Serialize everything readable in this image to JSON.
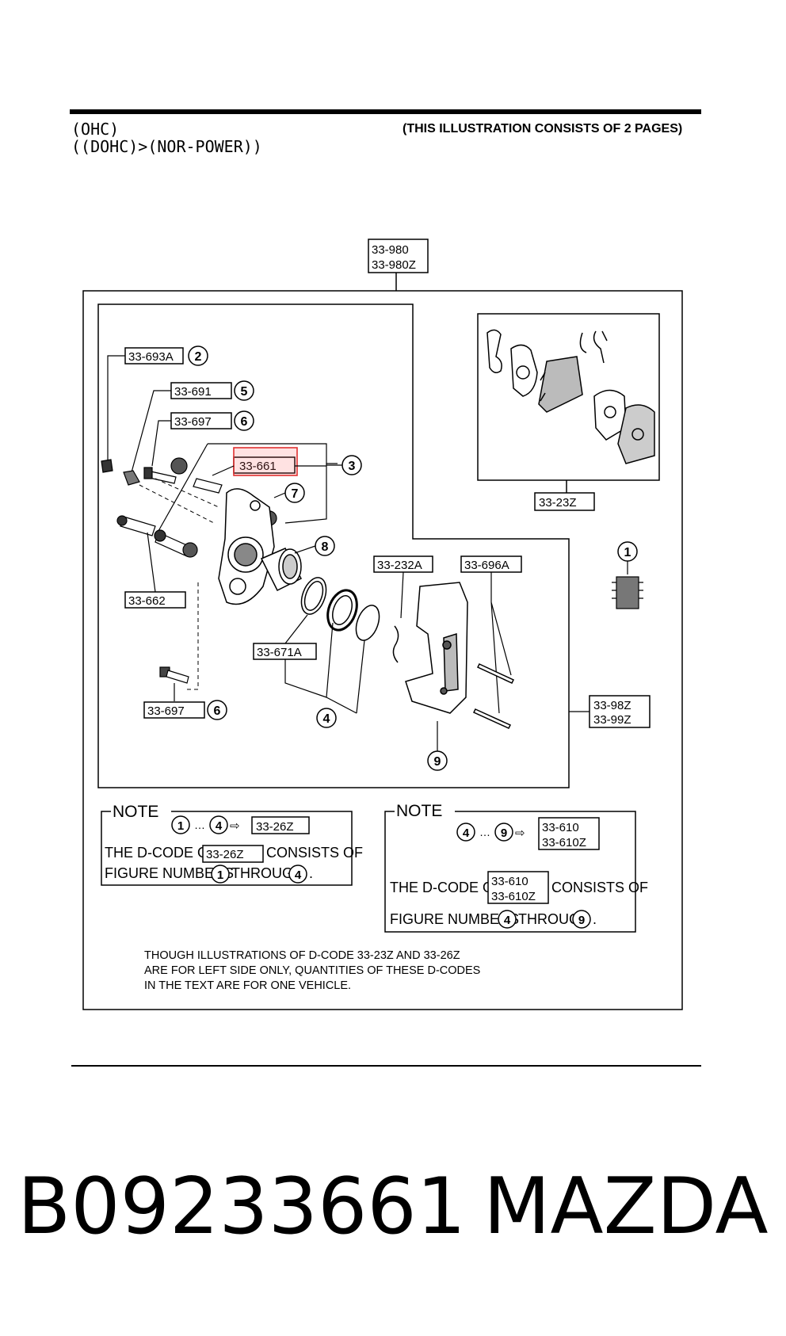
{
  "header": {
    "line1": "(OHC)",
    "line2": "((DOHC)>(NOR-POWER))",
    "note": "(THIS ILLUSTRATION CONSISTS OF  2 PAGES)"
  },
  "parts": {
    "assembly": [
      "33-980",
      "33-980Z"
    ],
    "p_33_693A": "33-693A",
    "p_33_691": "33-691",
    "p_33_697_top": "33-697",
    "p_33_661": "33-661",
    "p_33_662": "33-662",
    "p_33_671A": "33-671A",
    "p_33_697_bottom": "33-697",
    "p_33_232A": "33-232A",
    "p_33_696A": "33-696A",
    "p_33_23Z": "33-23Z",
    "p_33_98Z": [
      "33-98Z",
      "33-99Z"
    ]
  },
  "circled": {
    "n1": "1",
    "n2": "2",
    "n3": "3",
    "n4": "4",
    "n5": "5",
    "n6": "6",
    "n7": "7",
    "n8": "8",
    "n9": "9"
  },
  "highlight": {
    "part": "33-661",
    "color": "#e03030"
  },
  "note_left": {
    "title": "NOTE",
    "code": "33-26Z",
    "line1_a": "THE D-CODE OF",
    "line1_b": "CONSISTS OF",
    "line2_a": "FIGURE NUMBERS",
    "line2_b": "THROUGH",
    "from": "1",
    "to": "4",
    "ellipsis": "…",
    "arrow": "⇨",
    "period": "."
  },
  "note_right": {
    "title": "NOTE",
    "code": [
      "33-610",
      "33-610Z"
    ],
    "line1_a": "THE D-CODE OF",
    "line1_b": "CONSISTS OF",
    "line2_a": "FIGURE NUMBERS",
    "line2_b": "THROUGH",
    "from": "4",
    "to": "9",
    "ellipsis": "…",
    "arrow": "⇨",
    "period": "."
  },
  "footnote": [
    "THOUGH ILLUSTRATIONS OF D-CODE 33-23Z AND 33-26Z",
    "ARE FOR LEFT SIDE ONLY, QUANTITIES OF THESE D-CODES",
    "IN THE TEXT ARE FOR ONE VEHICLE."
  ],
  "footer": {
    "part_number": "B09233661",
    "brand": "MAZDA"
  }
}
